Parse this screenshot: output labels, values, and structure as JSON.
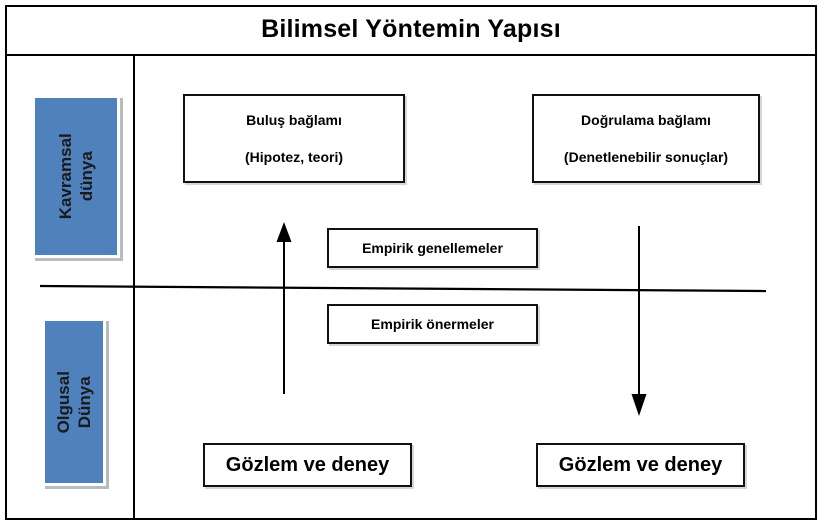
{
  "diagram": {
    "title": "Bilimsel Yöntemin Yapısı",
    "accent_color": "#4f81bd",
    "line_color": "#000000",
    "background_color": "#ffffff",
    "world_labels": [
      {
        "id": "kavramsal",
        "text": "Kavramsal\ndünya",
        "orientation": "vertical-rotated-90ccw"
      },
      {
        "id": "olgusal",
        "text": "Olgusal Dünya",
        "orientation": "vertical-rotated-90ccw"
      }
    ],
    "boxes": {
      "bulus": {
        "line1": "Buluş bağlamı",
        "line2": "(Hipotez, teori)"
      },
      "dogrulama": {
        "line1": "Doğrulama bağlamı",
        "line2": "(Denetlenebilir sonuçlar)"
      },
      "empirik_genellemeler": {
        "line1": "Empirik genellemeler"
      },
      "empirik_onermeler": {
        "line1": "Empirik önermeler"
      },
      "gozlem_sol": {
        "line1": "Gözlem ve deney"
      },
      "gozlem_sag": {
        "line1": "Gözlem ve deney"
      }
    },
    "arrows": [
      {
        "id": "arrow-up",
        "direction": "up",
        "meaning": "induction-upward-from-observation"
      },
      {
        "id": "arrow-down",
        "direction": "down",
        "meaning": "deduction-downward-to-observation"
      }
    ],
    "dividers": {
      "vertical": "column separator between world labels and diagram body",
      "horizontal": "boundary between conceptual world and factual world"
    }
  }
}
